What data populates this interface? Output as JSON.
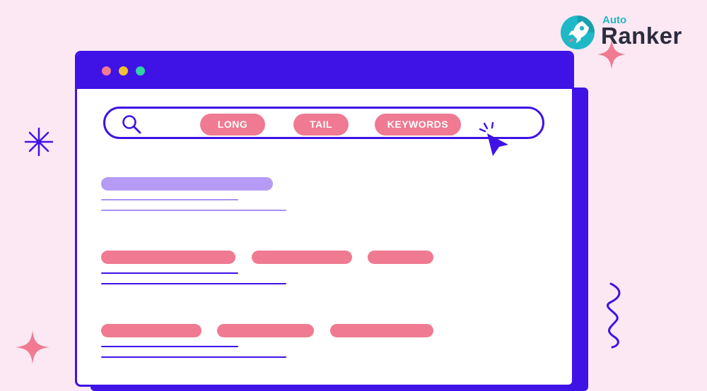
{
  "brand": {
    "small_text": "Auto",
    "big_text": "Ranker"
  },
  "search": {
    "chips": [
      "LONG",
      "TAIL",
      "KEYWORDS"
    ]
  },
  "icons": {
    "search": "search-icon",
    "cursor": "cursor-pointer-icon",
    "logo": "rocket-logo-icon"
  },
  "colors": {
    "background": "#fbe8f3",
    "accent": "#3f12e6",
    "chip": "#ef7a91",
    "highlight": "#b59bf5",
    "logo_teal": "#1fb8c6"
  }
}
